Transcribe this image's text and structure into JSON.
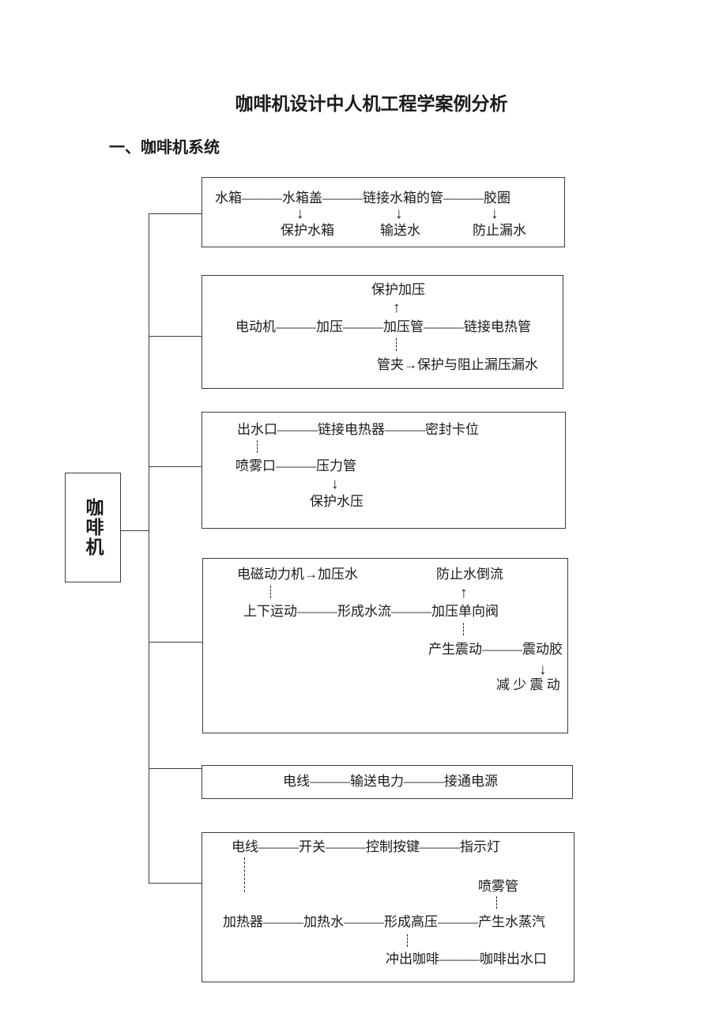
{
  "page": {
    "title": "咖啡机设计中人机工程学案例分析",
    "section_heading": "一、咖啡机系统"
  },
  "root": {
    "label": "咖啡机"
  },
  "boxes": {
    "water_tank": {
      "chain": "水箱———水箱盖———链接水箱的管———胶圈",
      "arrow1": "↓",
      "arrow2": "↓",
      "arrow3": "↓",
      "label1": "保护水箱",
      "label2": "输送水",
      "label3": "防止漏水"
    },
    "motor": {
      "top_label": "保护加压",
      "up_arrow": "↑",
      "chain": "电动机———加压———加压管———链接电热管",
      "bottom_label": "管夹→保护与阻止漏压漏水"
    },
    "outlet": {
      "chain1": "出水口———链接电热器———密封卡位",
      "chain2": "喷雾口———压力管",
      "down_arrow": "↓",
      "label": "保护水压"
    },
    "pump": {
      "line1_left": "电磁动力机→加压水",
      "line1_right": "防止水倒流",
      "up_arrow": "↑",
      "chain": "上下运动———形成水流———加压单向阀",
      "chain2": "产生震动———震动胶",
      "down_arrow": "↓",
      "label": "减 少 震 动"
    },
    "power": {
      "chain": "电线———输送电力———接通电源"
    },
    "control": {
      "chain1": "电线———开关———控制按键———指示灯",
      "spray_label": "喷雾管",
      "chain2": "加热器———加热水———形成高压———产生水蒸汽",
      "chain3": "冲出咖啡———咖啡出水口"
    }
  }
}
